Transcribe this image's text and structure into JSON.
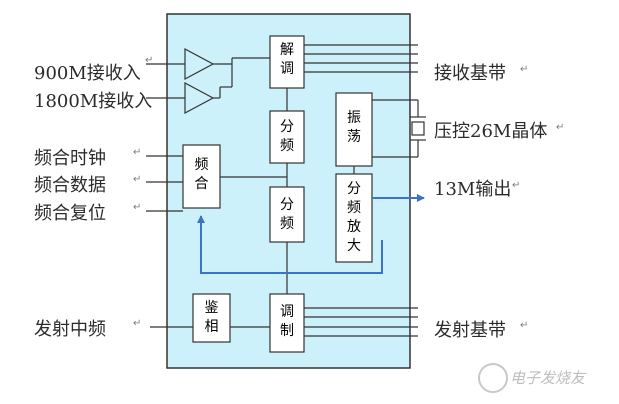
{
  "left_labels": {
    "rx900": "900M接收入",
    "rx1800": "1800M接收入",
    "clock": "频合时钟",
    "data": "频合数据",
    "reset": "频合复位",
    "tx_if": "发射中频"
  },
  "right_labels": {
    "rx_base": "接收基带",
    "vctcxo": "压控26M晶体",
    "out13": "13M输出",
    "tx_base": "发射基带"
  },
  "blocks": {
    "demod": [
      "解",
      "调"
    ],
    "div1": [
      "分",
      "频"
    ],
    "osc": [
      "振",
      "荡"
    ],
    "synth": [
      "频",
      "合"
    ],
    "div2": [
      "分",
      "频"
    ],
    "divamp": [
      "分",
      "频",
      "放",
      "大"
    ],
    "phase": [
      "鉴",
      "相"
    ],
    "mod": [
      "调",
      "制"
    ]
  },
  "watermark": "电子发烧友",
  "colors": {
    "chip_fill": "#cdf1fb",
    "line": "#333333",
    "accent_arrow": "#3b73c8"
  }
}
